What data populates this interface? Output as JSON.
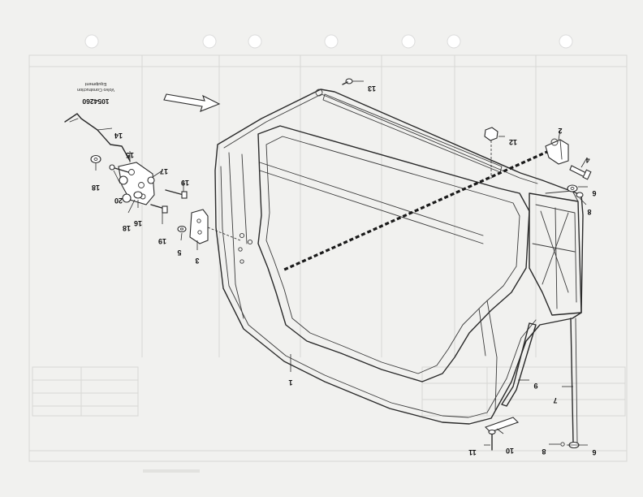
{
  "document": {
    "doc_number": "1054260",
    "caption_line1": "Volvo Construction",
    "caption_line2": "Equipment"
  },
  "callouts": [
    {
      "id": "c1",
      "text": "1"
    },
    {
      "id": "c2",
      "text": "2"
    },
    {
      "id": "c3",
      "text": "3"
    },
    {
      "id": "c4",
      "text": "4"
    },
    {
      "id": "c5",
      "text": "5"
    },
    {
      "id": "c6a",
      "text": "6"
    },
    {
      "id": "c6b",
      "text": "6"
    },
    {
      "id": "c7",
      "text": "7"
    },
    {
      "id": "c8a",
      "text": "8"
    },
    {
      "id": "c8b",
      "text": "8"
    },
    {
      "id": "c9",
      "text": "9"
    },
    {
      "id": "c10",
      "text": "10"
    },
    {
      "id": "c11",
      "text": "11"
    },
    {
      "id": "c12",
      "text": "12"
    },
    {
      "id": "c13",
      "text": "13"
    },
    {
      "id": "c14",
      "text": "14"
    },
    {
      "id": "c15",
      "text": "15"
    },
    {
      "id": "c16",
      "text": "16"
    },
    {
      "id": "c17",
      "text": "17"
    },
    {
      "id": "c18a",
      "text": "18"
    },
    {
      "id": "c18b",
      "text": "18"
    },
    {
      "id": "c19a",
      "text": "19"
    },
    {
      "id": "c19b",
      "text": "19"
    },
    {
      "id": "c20",
      "text": "20"
    }
  ],
  "binder_holes": 7,
  "colors": {
    "paper": "#f1f1ef",
    "ink": "#2a2a2a",
    "bleed": "#d7d7d4"
  }
}
